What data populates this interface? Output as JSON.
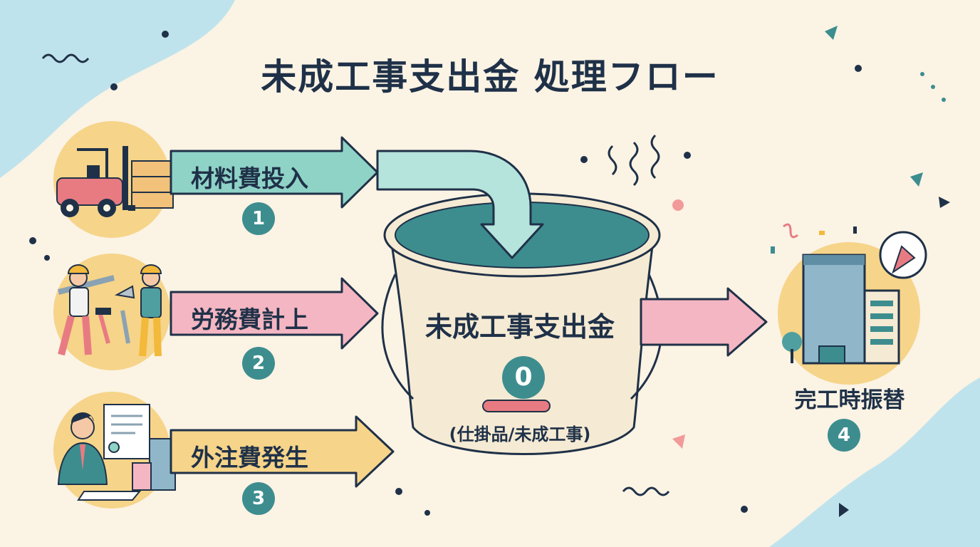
{
  "title": "未成工事支出金 処理フロー",
  "inputs": [
    {
      "label": "材料費投入",
      "step": "1",
      "icon": "forklift-icon",
      "color": "#8fd3c7"
    },
    {
      "label": "労務費計上",
      "step": "2",
      "icon": "construction-workers-icon",
      "color": "#f4b6c2"
    },
    {
      "label": "外注費発生",
      "step": "3",
      "icon": "contract-signing-icon",
      "color": "#f6d489"
    }
  ],
  "bucket": {
    "label": "未成工事支出金",
    "balance": "0",
    "sub_label": "(仕掛品/未成工事)"
  },
  "output": {
    "label": "完工時振替",
    "step": "4",
    "icon": "completed-building-icon",
    "color": "#f4b6c2"
  },
  "colors": {
    "background": "#fbf3e4",
    "navy": "#1f3148",
    "teal": "#3d8d8f",
    "blob": "#bfe3ec"
  }
}
